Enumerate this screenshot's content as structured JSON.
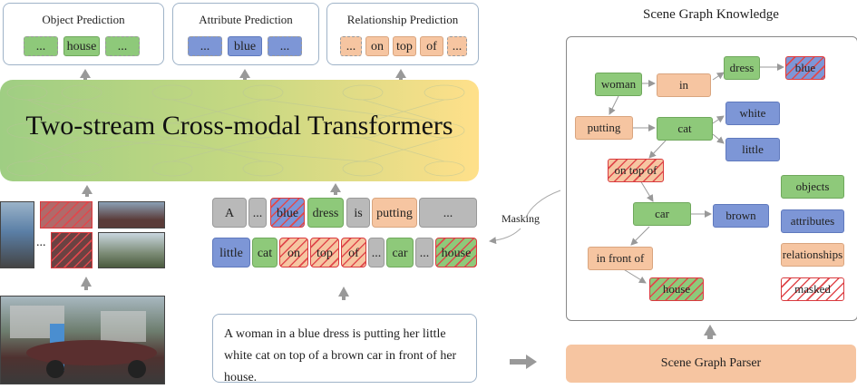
{
  "predictions": {
    "object": {
      "title": "Object Prediction",
      "chips": [
        "...",
        "house",
        "..."
      ]
    },
    "attribute": {
      "title": "Attribute Prediction",
      "chips": [
        "...",
        "blue",
        "..."
      ]
    },
    "relationship": {
      "title": "Relationship Prediction",
      "chips": [
        "...",
        "on",
        "top",
        "of",
        "..."
      ]
    }
  },
  "transformer": {
    "title": "Two-stream Cross-modal Transformers"
  },
  "image_ellipsis": "...",
  "tokens_row1": [
    "A",
    "...",
    "blue",
    "dress",
    "is",
    "putting",
    "..."
  ],
  "tokens_row2": [
    "little",
    "cat",
    "on",
    "top",
    "of",
    "...",
    "car",
    "...",
    "house"
  ],
  "caption": "A woman in a blue dress is putting her little white cat on top of a brown car in front of her house.",
  "masking_label": "Masking",
  "scene_graph": {
    "title": "Scene Graph Knowledge",
    "nodes": {
      "woman": "woman",
      "in": "in",
      "dress": "dress",
      "blue": "blue",
      "putting": "putting",
      "cat": "cat",
      "white": "white",
      "little": "little",
      "on_top_of": "on top of",
      "car": "car",
      "brown": "brown",
      "in_front_of": "in front of",
      "house": "house"
    },
    "legend": [
      "objects",
      "attributes",
      "relationships",
      "masked"
    ]
  },
  "parser": {
    "label": "Scene Graph Parser"
  },
  "colors": {
    "object": "#8ec97a",
    "attribute": "#7d96d6",
    "relationship": "#f6c5a1",
    "masked": "#e0484c",
    "token": "#b9b9b9"
  }
}
